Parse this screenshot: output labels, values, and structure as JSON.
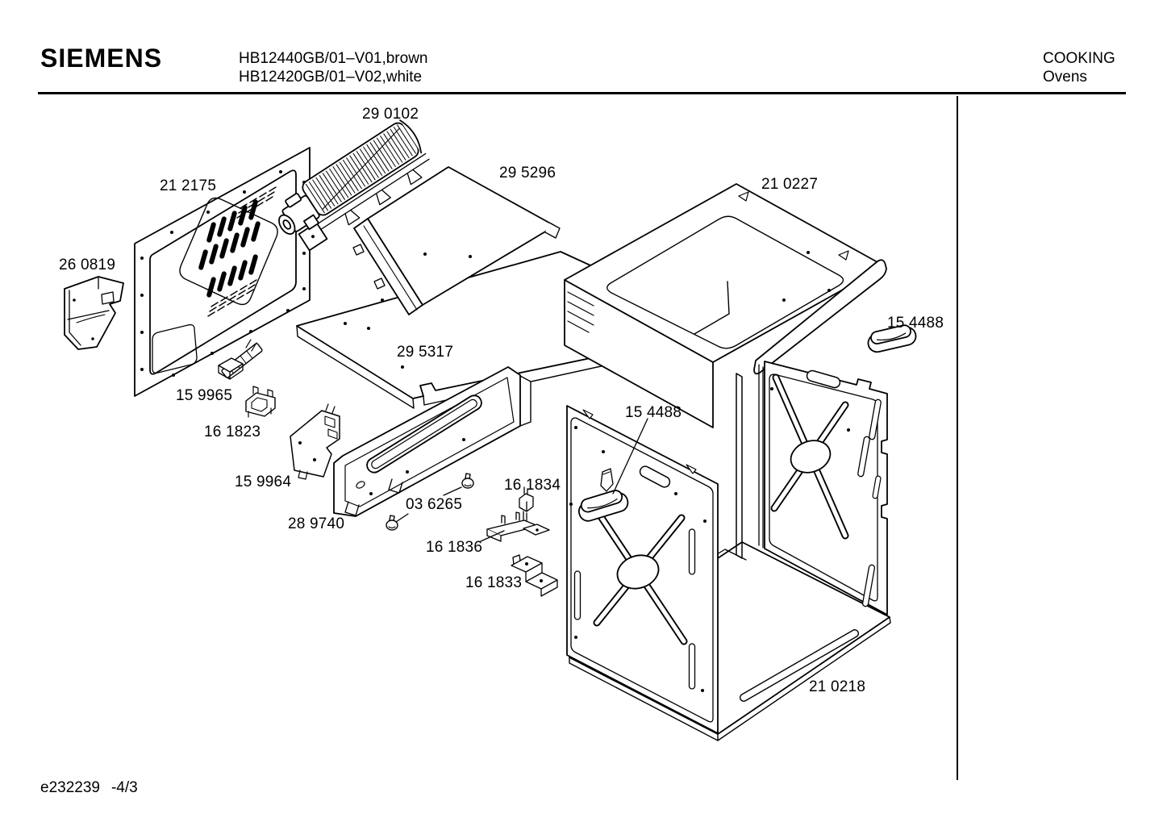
{
  "header": {
    "brand": "SIEMENS",
    "models": [
      "HB12440GB/01–V01,brown",
      "HB12420GB/01–V02,white"
    ],
    "category": "COOKING",
    "category_sub": "Ovens"
  },
  "diagram": {
    "kind": "exploded-parts-diagram",
    "part_labels": [
      {
        "text": "29 0102"
      },
      {
        "text": "29 5296"
      },
      {
        "text": "21 0227"
      },
      {
        "text": "21 2175"
      },
      {
        "text": "26 0819"
      },
      {
        "text": "15 4488"
      },
      {
        "text": "29 5317"
      },
      {
        "text": "15 9965"
      },
      {
        "text": "15 4488"
      },
      {
        "text": "16 1823"
      },
      {
        "text": "15 9964"
      },
      {
        "text": "16 1834"
      },
      {
        "text": "03 6265"
      },
      {
        "text": "28 9740"
      },
      {
        "text": "16 1836"
      },
      {
        "text": "16 1833"
      },
      {
        "text": "21 0218"
      }
    ]
  },
  "footer": {
    "document_number": "e232239",
    "page_ref": "-4/3"
  }
}
